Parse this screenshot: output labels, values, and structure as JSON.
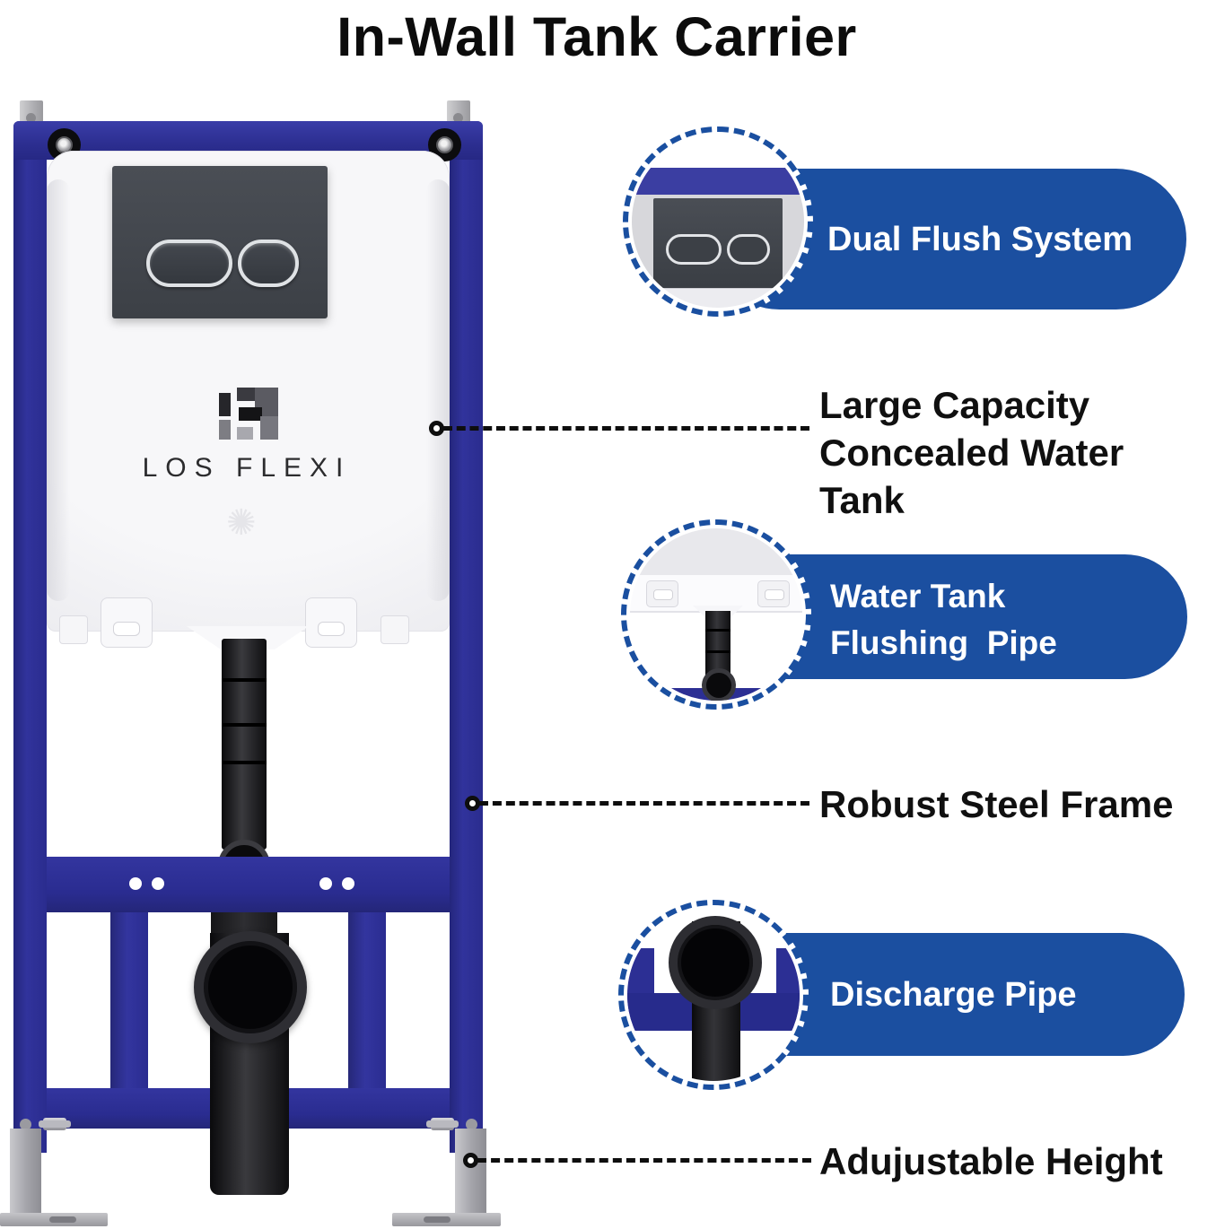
{
  "title": "In-Wall Tank Carrier",
  "product": {
    "logo_text": "LOS FLEXI",
    "logo_icon": "los-flexi-mark",
    "watermark_icon": "snowflake-watermark"
  },
  "colors": {
    "frame_indigo": "#2e3192",
    "callout_blue": "#1b4fa0",
    "dashed_circle_blue": "#1a4fa0",
    "label_black": "#101010",
    "pipe_black": "#0a0a0c",
    "tank_white": "#f7f7f9",
    "metal_silver": "#b4b4b8"
  },
  "callouts": {
    "dual_flush": {
      "label": "Dual Flush System"
    },
    "water_tank": {
      "line1": "Large Capacity",
      "line2": "Concealed Water Tank"
    },
    "flushing_pipe": {
      "line1": "Water Tank",
      "line2": "Flushing  Pipe"
    },
    "steel_frame": {
      "label": "Robust Steel Frame"
    },
    "discharge_pipe": {
      "label": "Discharge Pipe"
    },
    "adjustable_height": {
      "label": "Adujustable Height"
    }
  }
}
